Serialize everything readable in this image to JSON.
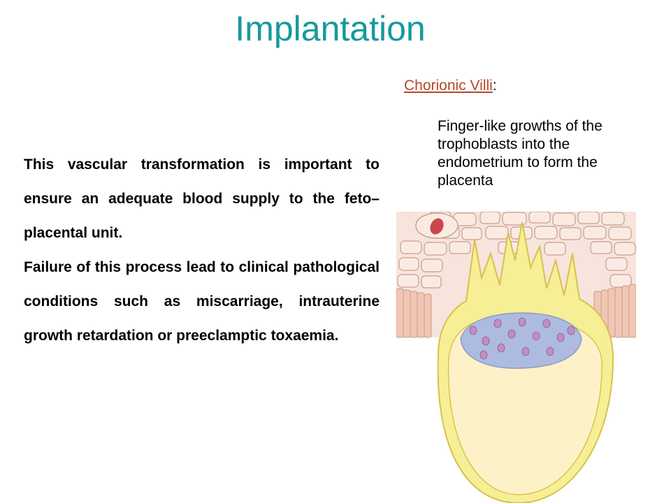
{
  "slide": {
    "title": "Implantation"
  },
  "body": {
    "paragraphs": [
      "This vascular transformation is important to ensure an adequate blood supply to the feto–placental unit.",
      "Failure of this process lead to clinical pathological conditions such as miscarriage, intrauterine growth retardation or preeclamptic toxaemia."
    ]
  },
  "definition": {
    "term": "Chorionic Villi",
    "separator": ":",
    "description": "Finger-like growths of the trophoblasts into the endometrium to form the placenta"
  },
  "illustration": {
    "colors": {
      "tissue_background": "#f7e4dc",
      "cell_outline": "#c99d8a",
      "trophoblast": "#f6ef95",
      "trophoblast_outline": "#d9c04b",
      "inner_cell_mass": "#aebbe0",
      "nucleus": "#c18ec1",
      "cavity": "#fdf1c8",
      "epithelium": "#f1c6b4",
      "vessel_blood": "#c8484b"
    }
  }
}
